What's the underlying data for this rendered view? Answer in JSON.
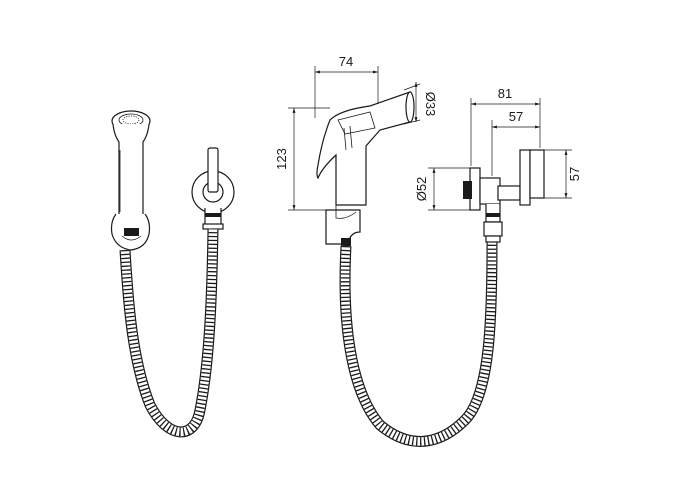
{
  "diagram": {
    "dimensions": {
      "width_74": "74",
      "dia_33": "Ø33",
      "height_123": "123",
      "width_81": "81",
      "width_57": "57",
      "height_57": "57",
      "dia_52": "Ø52"
    }
  }
}
